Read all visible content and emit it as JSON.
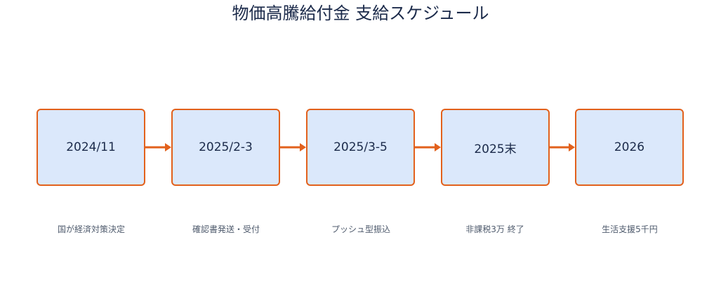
{
  "title": "物価高騰給付金 支給スケジュール",
  "colors": {
    "box_fill": "#dbe8fb",
    "box_border": "#e2611c",
    "arrow": "#e2611c",
    "title_text": "#1b2a4a",
    "caption_text": "#4f5b6d"
  },
  "stages": [
    {
      "date": "2024/11",
      "caption": "国が経済対策決定"
    },
    {
      "date": "2025/2-3",
      "caption": "確認書発送・受付"
    },
    {
      "date": "2025/3-5",
      "caption": "プッシュ型振込"
    },
    {
      "date": "2025末",
      "caption": "非課税3万 終了"
    },
    {
      "date": "2026",
      "caption": "生活支援5千円"
    }
  ]
}
